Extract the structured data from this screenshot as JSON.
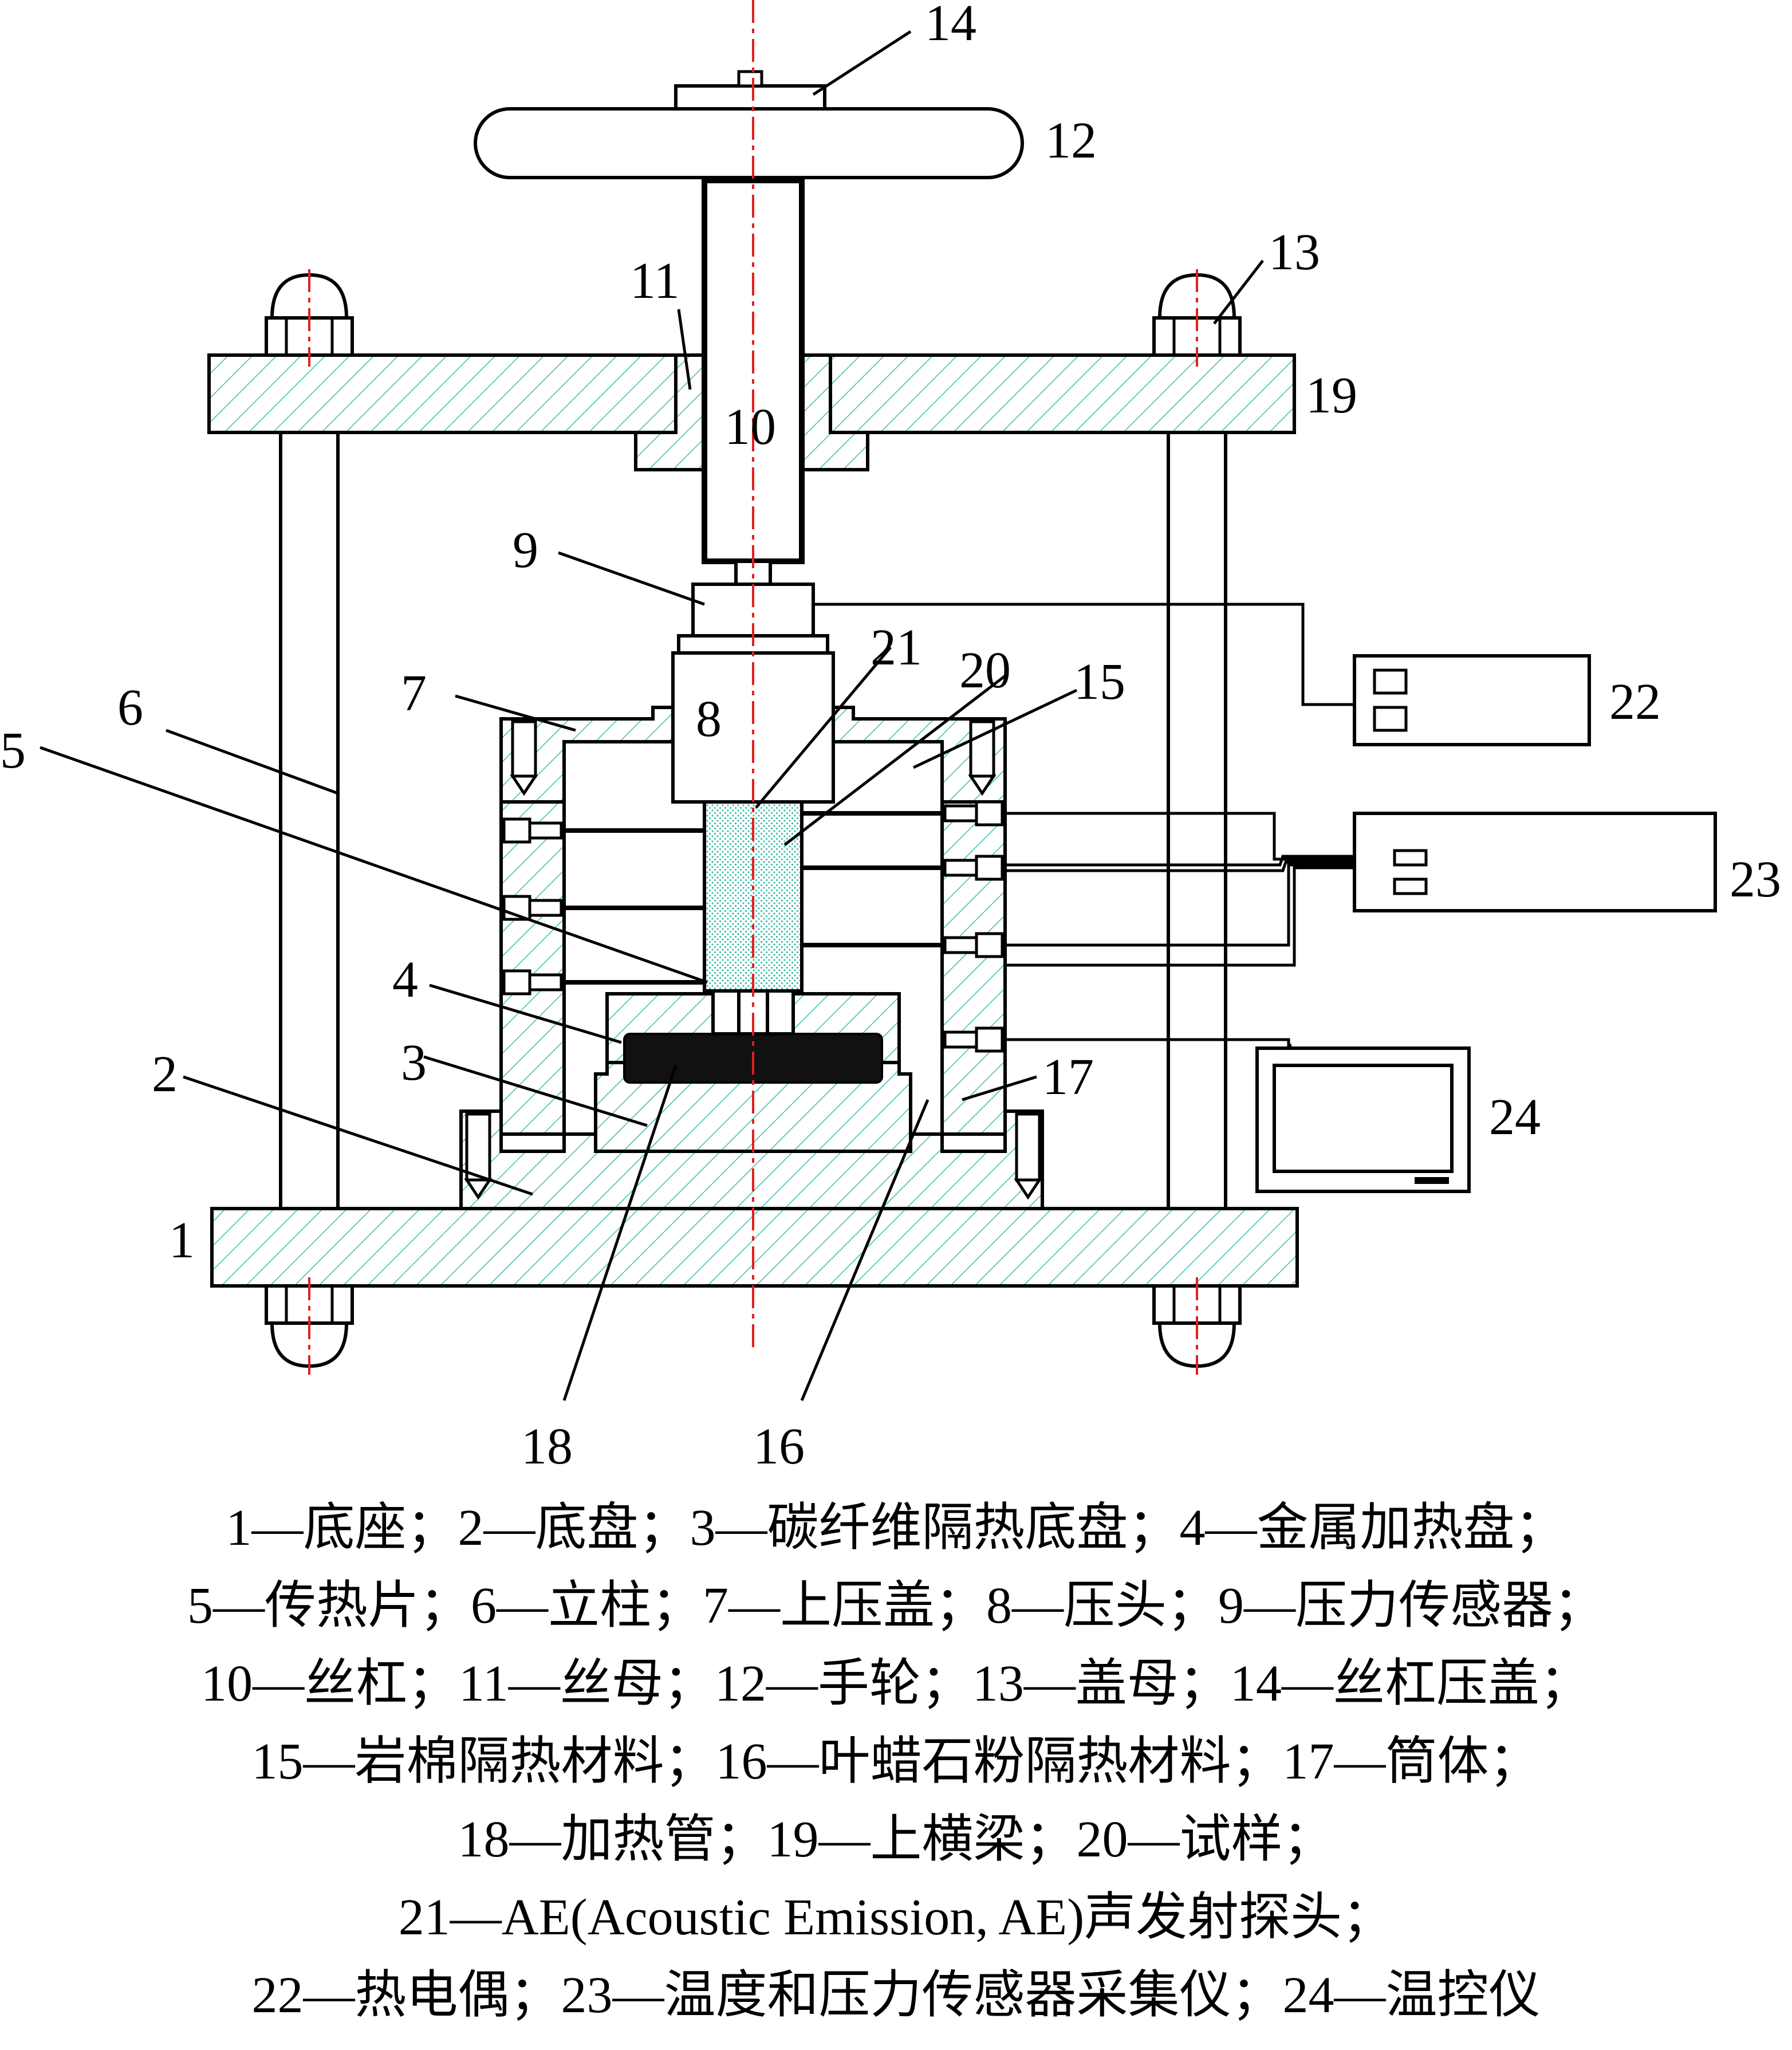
{
  "labels": {
    "n1": "1",
    "n2": "2",
    "n3": "3",
    "n4": "4",
    "n5": "5",
    "n6": "6",
    "n7": "7",
    "n8": "8",
    "n9": "9",
    "n10": "10",
    "n11": "11",
    "n12": "12",
    "n13": "13",
    "n14": "14",
    "n15": "15",
    "n16": "16",
    "n17": "17",
    "n18": "18",
    "n19": "19",
    "n20": "20",
    "n21": "21",
    "n22": "22",
    "n23": "23",
    "n24": "24"
  },
  "caption": [
    "1—底座；2—底盘；3—碳纤维隔热底盘；4—金属加热盘；",
    "5—传热片；6—立柱；7—上压盖；8—压头；9—压力传感器；",
    "10—丝杠；11—丝母；12—手轮；13—盖母；14—丝杠压盖；",
    "15—岩棉隔热材料；16—叶蜡石粉隔热材料；17—筒体；",
    "18—加热管；19—上横梁；20—试样；",
    "21—AE(Acoustic Emission, AE)声发射探头；",
    "22—热电偶；23—温度和压力传感器采集仪；24—温控仪"
  ],
  "colors": {
    "hatch": "#3cbfae",
    "centerline": "#e02020",
    "dots": "#3cbfae",
    "line": "#000000"
  }
}
